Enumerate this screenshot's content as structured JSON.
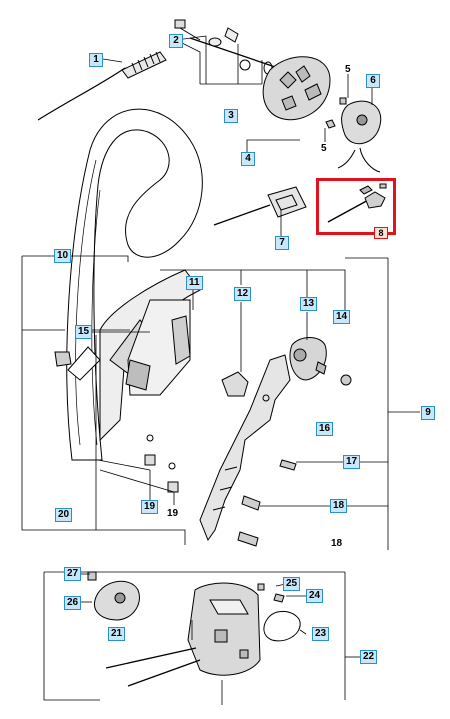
{
  "diagram": {
    "callouts": {
      "c1": "1",
      "c2": "2",
      "c3": "3",
      "c4": "4",
      "c5": "5",
      "c6": "6",
      "c5b": "5",
      "c7": "7",
      "c8": "8",
      "c10": "10",
      "c11": "11",
      "c12": "12",
      "c13": "13",
      "c14": "14",
      "c15": "15",
      "c16": "16",
      "c17": "17",
      "c18": "18",
      "c19": "19",
      "c19b": "19",
      "c20": "20",
      "c9": "9",
      "c27": "27",
      "c26": "26",
      "c21": "21",
      "c25": "25",
      "c24": "24",
      "c23": "23",
      "c22": "22",
      "c18b": "18"
    },
    "highlight_color": "#e0121b",
    "callout_fill": "#c7e7fa",
    "callout_border": "#2b8fc9"
  }
}
